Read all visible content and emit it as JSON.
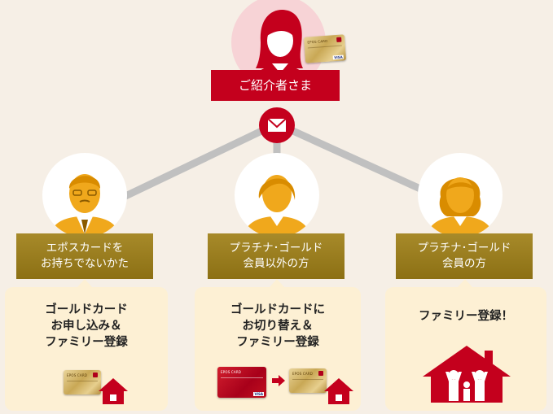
{
  "top": {
    "label": "ご紹介者さま",
    "card_brand": "EPOS CARD"
  },
  "branches": [
    {
      "label_line1": "エポスカードを",
      "label_line2": "お持ちでないかた",
      "panel_line1": "ゴールドカード",
      "panel_line2": "お申し込み＆",
      "panel_line3": "ファミリー登録"
    },
    {
      "label_line1": "プラチナ･ゴールド",
      "label_line2": "会員以外の方",
      "panel_line1": "ゴールドカードに",
      "panel_line2": "お切り替え＆",
      "panel_line3": "ファミリー登録"
    },
    {
      "label_line1": "プラチナ･ゴールド",
      "label_line2": "会員の方",
      "panel_line1": "ファミリー登録！"
    }
  ],
  "card_brand": "EPOS CARD",
  "card_visa": "VISA",
  "colors": {
    "red": "#c4001d",
    "gold": "#9a7d1f",
    "panel": "#fdf0d4",
    "line": "#c0c0c0",
    "person": "#f0a81c"
  }
}
